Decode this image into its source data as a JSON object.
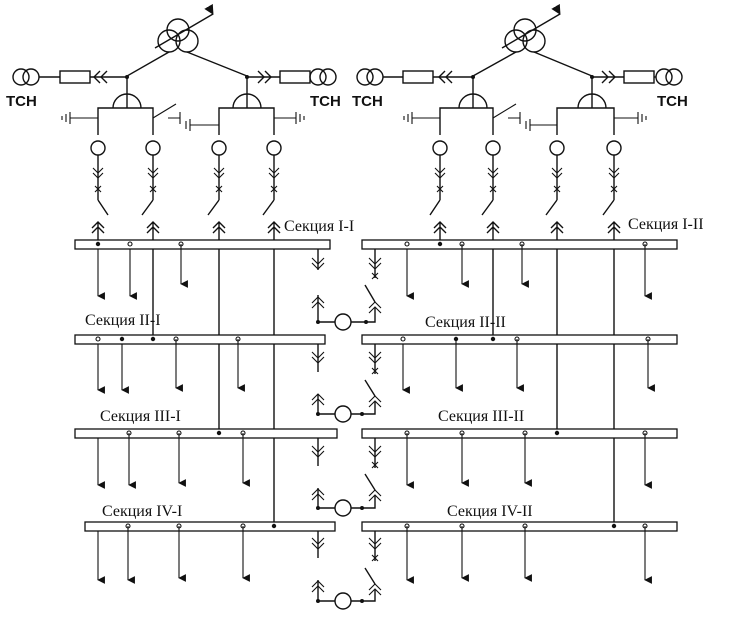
{
  "labels": {
    "tch": "ТСН",
    "sec_1_1": "Секция  I-I",
    "sec_1_2": "Секция  I-II",
    "sec_2_1": "Секция  II-I",
    "sec_2_2": "Секция  II-II",
    "sec_3_1": "Секция  III-I",
    "sec_3_2": "Секция  III-II",
    "sec_4_1": "Секция  IV-I",
    "sec_4_2": "Секция  IV-II"
  },
  "colors": {
    "ink": "#111111",
    "background": "#ffffff"
  }
}
